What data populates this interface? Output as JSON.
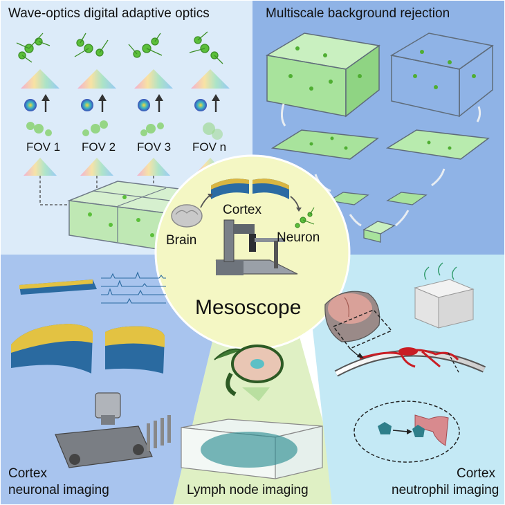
{
  "panels": {
    "top_left": {
      "title": "Wave-optics digital adaptive optics",
      "fov_labels": [
        "FOV 1",
        "FOV 2",
        "FOV 3",
        "FOV n"
      ]
    },
    "top_right": {
      "title": "Multiscale background rejection"
    },
    "bottom_left": {
      "label_line1": "Cortex",
      "label_line2": "neuronal imaging"
    },
    "bottom_center": {
      "label": "Lymph node imaging"
    },
    "bottom_right": {
      "label_line1": "Cortex",
      "label_line2": "neutrophil imaging"
    }
  },
  "center": {
    "title": "Mesoscope",
    "brain": "Brain",
    "cortex": "Cortex",
    "neuron": "Neuron"
  },
  "colors": {
    "top_left_bg": "#dcebf9",
    "top_right_bg": "#8fb3e6",
    "bottom_left_bg": "#a8c4ee",
    "bottom_center_bg": "#dff0c4",
    "bottom_right_bg": "#c4e9f5",
    "center_circle": "#f4f7c4",
    "neuron_green": "#5bbf3a",
    "vessel_red": "#c91d24"
  }
}
